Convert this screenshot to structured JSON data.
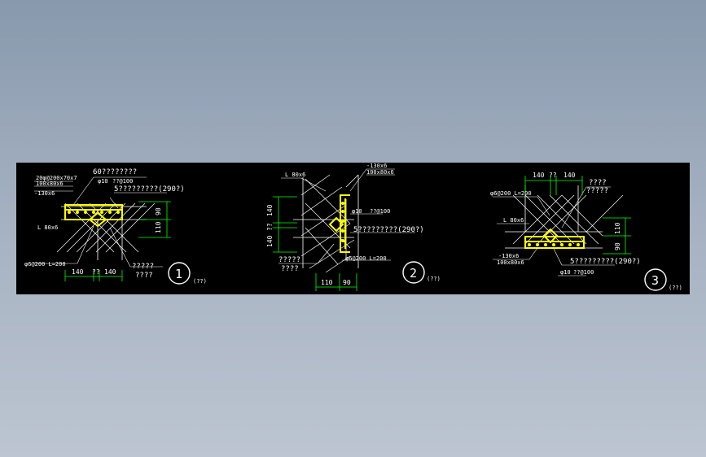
{
  "colors": {
    "background_top": "#8899ad",
    "background_bottom": "#bcc5d1",
    "drawing_bg": "#000000",
    "line": "#ffffff",
    "rebar": "#ffff00",
    "dimension": "#00ff00"
  },
  "details": [
    {
      "number": "1",
      "suffix": "(??)",
      "labels": {
        "a": "60????????",
        "b": "20φ@200x70x7",
        "c": "100x80x6",
        "d": "-130x6",
        "e": "φ10",
        "f": "??@100",
        "g": "5?????????(290?)",
        "h": "L 80x6",
        "i": "φ6@200 L=200",
        "j": "?????",
        "k": "????"
      },
      "dims": {
        "v1": "90",
        "v2": "110",
        "h1": "140",
        "h2": "??",
        "h3": "140"
      }
    },
    {
      "number": "2",
      "suffix": "(??)",
      "labels": {
        "a": "L 80x6",
        "b": "-130x6",
        "c": "100x80x6",
        "d": "φ10",
        "e": "??@100",
        "f": "5?????????(290?)",
        "g": "φ6@200 L=200",
        "h": "?????",
        "i": "????"
      },
      "dims": {
        "v1": "140",
        "v2": "??",
        "v3": "140",
        "h1": "110",
        "h2": "90"
      }
    },
    {
      "number": "3",
      "suffix": "(??)",
      "labels": {
        "a": "????",
        "b": "?????",
        "c": "φ6@200 L=200",
        "d": "L 80x6",
        "e": "-130x6",
        "f": "100x80x6",
        "g": "5?????????(290?)",
        "h": "φ10",
        "i": "??@100"
      },
      "dims": {
        "h1": "140",
        "h2": "??",
        "h3": "140",
        "v1": "110",
        "v2": "90"
      }
    }
  ]
}
